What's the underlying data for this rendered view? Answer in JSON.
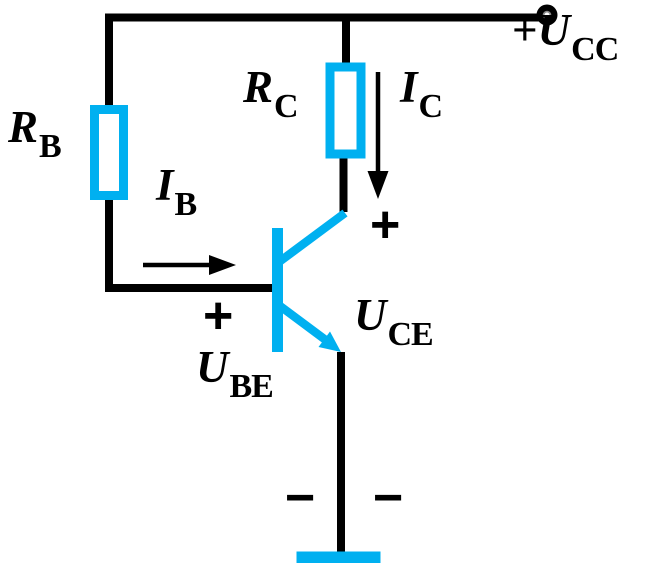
{
  "colors": {
    "accent": "#00B0F0",
    "wire": "#000000",
    "background": "#FFFFFF"
  },
  "components": {
    "base_resistor": "resistor-symbol",
    "collector_resistor": "resistor-symbol",
    "transistor": "npn-transistor-symbol",
    "supply_terminal": "terminal-dot-symbol",
    "ground": "ground-bar-symbol"
  },
  "labels": {
    "supply": {
      "prefix": "+",
      "symbol": "U",
      "subscript": "CC"
    },
    "base_resistor": {
      "symbol": "R",
      "subscript": "B"
    },
    "collector_resistor": {
      "symbol": "R",
      "subscript": "C"
    },
    "base_current": {
      "symbol": "I",
      "subscript": "B"
    },
    "collector_current": {
      "symbol": "I",
      "subscript": "C"
    },
    "base_emitter_voltage": {
      "symbol": "U",
      "subscript": "BE"
    },
    "collector_emitter_voltage": {
      "symbol": "U",
      "subscript": "CE"
    },
    "base_polarity_plus": "+",
    "collector_polarity_plus": "+",
    "ground_polarity_minus_left": "−",
    "ground_polarity_minus_right": "−"
  }
}
